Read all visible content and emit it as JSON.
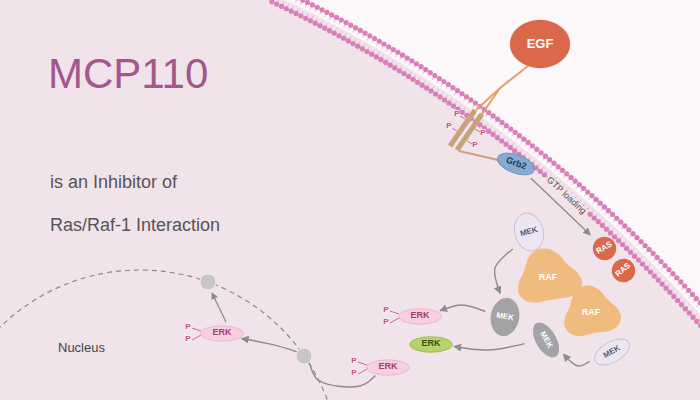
{
  "diagram": {
    "title": "MCP110",
    "nodes": [
      {
        "text": [
          "EGF"
        ]
      },
      {
        "text": [
          "Grb2"
        ]
      },
      {
        "text": [
          "MEK"
        ]
      },
      {
        "text": [
          "RAS"
        ]
      },
      {
        "text": [
          "RAS"
        ]
      },
      {
        "text": [
          "RAF"
        ]
      },
      {
        "text": [
          "RAF"
        ]
      },
      {
        "text": [
          "MEK"
        ]
      },
      {
        "text": [
          "MEK"
        ]
      },
      {
        "text": [
          "MEK"
        ]
      },
      {
        "text": [
          "ERK"
        ]
      },
      {
        "text": [
          "ERK"
        ]
      },
      {
        "text": [
          "ERK"
        ]
      },
      {
        "text": [
          "ERK"
        ]
      }
    ],
    "edges": [
      {
        "from": 1,
        "to": 3,
        "label": "GTP loading",
        "arrow": "to"
      },
      {
        "from": 2,
        "to": 7,
        "arrow": "to"
      },
      {
        "from": 9,
        "to": 8,
        "arrow": "to"
      },
      {
        "from": 7,
        "to": 10,
        "arrow": "to"
      },
      {
        "from": 8,
        "to": 11,
        "arrow": "to"
      },
      {
        "from": 12,
        "to": 13,
        "arrow": "to"
      }
    ],
    "labels": [
      "is an Inhibitor of",
      "Ras/Raf-1 Interaction",
      "Nucleus",
      "P",
      "P",
      "P",
      "P",
      "P",
      "P",
      "P",
      "P",
      "P",
      "P"
    ]
  }
}
